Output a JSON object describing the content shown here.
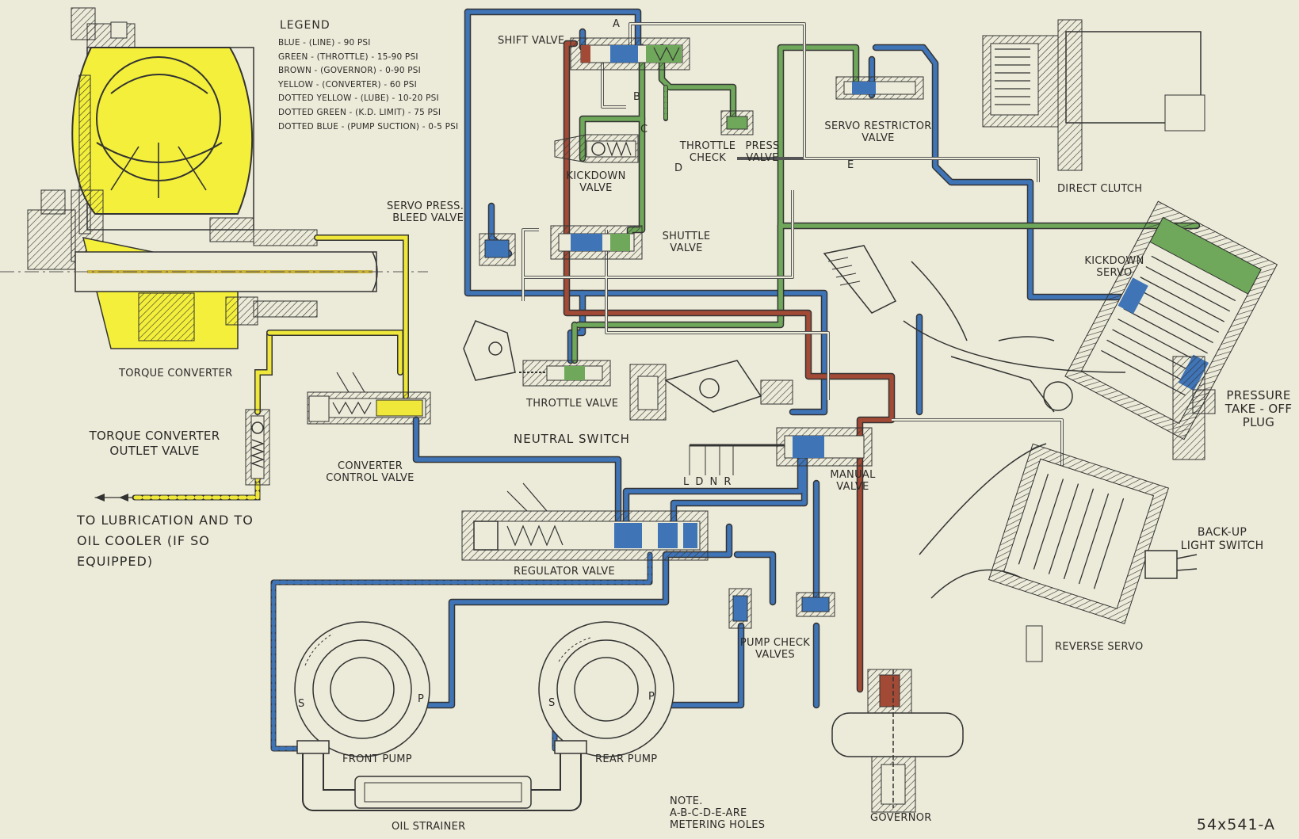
{
  "legend": {
    "title": "LEGEND",
    "items": [
      {
        "text": "BLUE - (LINE) - 90 PSI",
        "color": "#3f74b7"
      },
      {
        "text": "GREEN - (THROTTLE) - 15-90 PSI",
        "color": "#6fa85a"
      },
      {
        "text": "BROWN - (GOVERNOR) - 0-90 PSI",
        "color": "#a24a35"
      },
      {
        "text": "YELLOW - (CONVERTER) - 60 PSI",
        "color": "#e4dc3a"
      },
      {
        "text": "DOTTED YELLOW - (LUBE) - 10-20 PSI",
        "color": "#e4dc3a"
      },
      {
        "text": "DOTTED GREEN - (K.D. LIMIT) - 75 PSI",
        "color": "#6fa85a"
      },
      {
        "text": "DOTTED BLUE - (PUMP SUCTION) - 0-5 PSI",
        "color": "#3f74b7"
      }
    ]
  },
  "components": {
    "shift_valve": "SHIFT VALVE",
    "servo_restrictor": "SERVO RESTRICTOR",
    "servo_restrictor_2": "VALVE",
    "throttle_check": "THROTTLE",
    "throttle_check_2": "CHECK",
    "press_valve": "PRESS",
    "press_valve_2": "VALVE",
    "kickdown_valve": "KICKDOWN",
    "kickdown_valve_2": "VALVE",
    "direct_clutch": "DIRECT CLUTCH",
    "servo_press_bleed": "SERVO PRESS.",
    "servo_press_bleed_2": "BLEED VALVE",
    "shuttle_valve": "SHUTTLE",
    "shuttle_valve_2": "VALVE",
    "kickdown_servo": "KICKDOWN",
    "kickdown_servo_2": "SERVO",
    "torque_converter": "TORQUE CONVERTER",
    "throttle_valve": "THROTTLE VALVE",
    "neutral_switch": "NEUTRAL SWITCH",
    "pressure_takeoff": "PRESSURE",
    "pressure_takeoff_2": "TAKE - OFF",
    "pressure_takeoff_3": "PLUG",
    "tc_outlet": "TORQUE CONVERTER",
    "tc_outlet_2": "OUTLET VALVE",
    "converter_control": "CONVERTER",
    "converter_control_2": "CONTROL VALVE",
    "manual_valve": "MANUAL",
    "manual_valve_2": "VALVE",
    "ldnr": "L D N R",
    "backup_switch": "BACK-UP",
    "backup_switch_2": "LIGHT SWITCH",
    "lubrication": "TO LUBRICATION AND TO",
    "lubrication_2": "OIL COOLER (IF SO",
    "lubrication_3": "EQUIPPED)",
    "regulator_valve": "REGULATOR VALVE",
    "pump_check": "PUMP CHECK",
    "pump_check_2": "VALVES",
    "reverse_servo": "REVERSE SERVO",
    "front_pump": "FRONT PUMP",
    "rear_pump": "REAR PUMP",
    "oil_strainer": "OIL STRAINER",
    "governor": "GOVERNOR"
  },
  "metering": {
    "a": "A",
    "b": "B",
    "c": "C",
    "d": "D",
    "e": "E",
    "s": "S",
    "p": "P"
  },
  "note": {
    "line1": "NOTE.",
    "line2": "A-B-C-D-E-ARE",
    "line3": "METERING HOLES"
  },
  "figure_code": "54x541-A"
}
